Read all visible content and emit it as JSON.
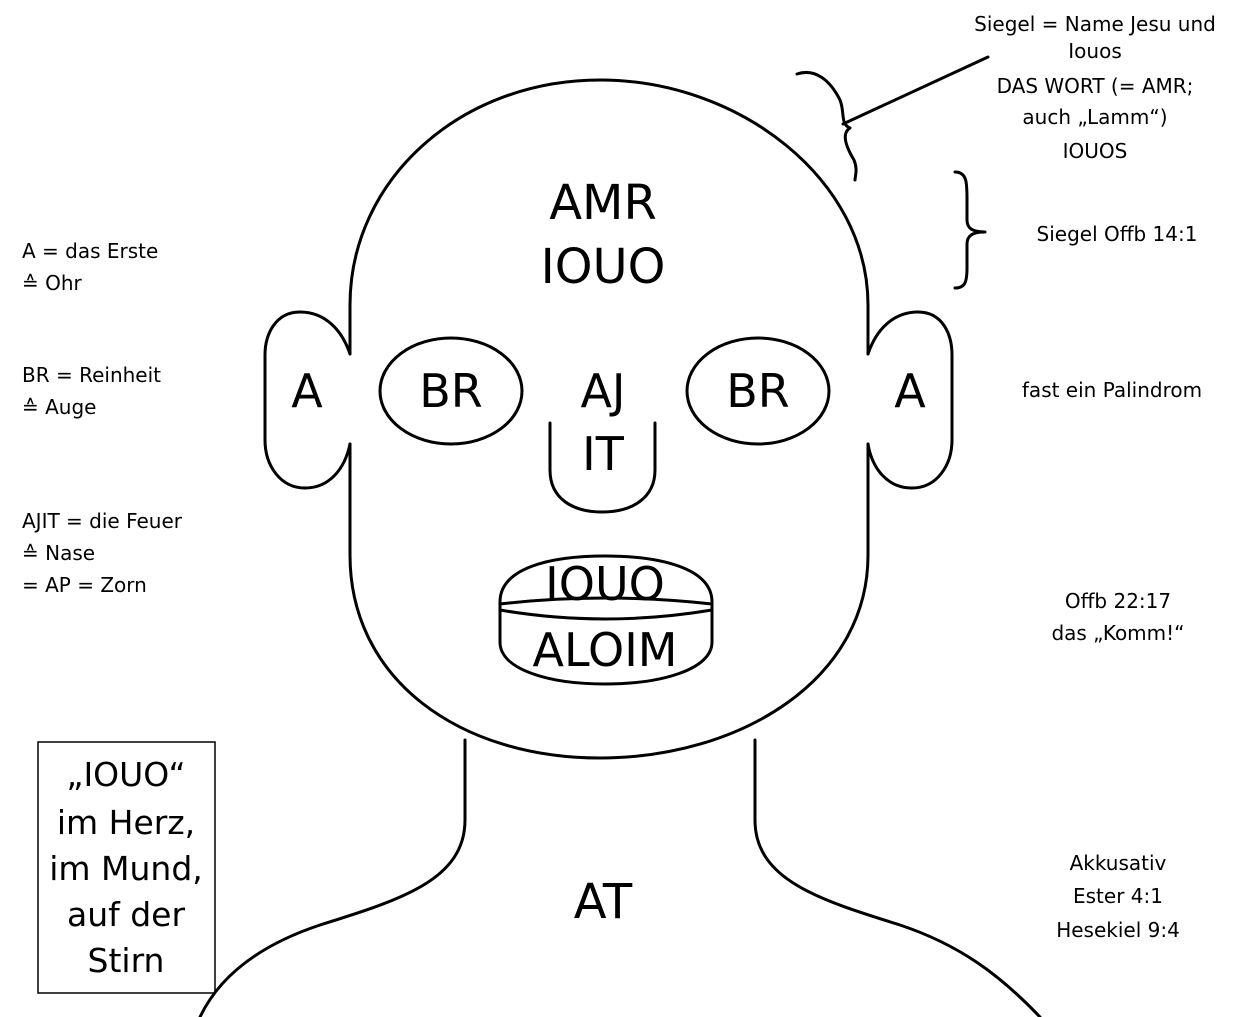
{
  "face": {
    "forehead": [
      "AMR",
      "IOUO"
    ],
    "ear_left": "A",
    "ear_right": "A",
    "eye_left": "BR",
    "eye_right": "BR",
    "nose_top": "AJ",
    "nose_bottom": "IT",
    "mouth_upper": "IOUO",
    "mouth_lower": "ALOIM",
    "neck": "AT"
  },
  "left_notes": {
    "ear": [
      "A = das Erste",
      "≙ Ohr"
    ],
    "eye": [
      "BR = Reinheit",
      "≙ Auge"
    ],
    "nose": [
      "AJIT = die Feuer",
      "≙ Nase",
      "= AP = Zorn"
    ]
  },
  "right_notes": {
    "seal_name": [
      "Siegel = Name Jesu und",
      "Iouos",
      "DAS WORT (= AMR;",
      "auch „Lamm“)",
      "IOUOS"
    ],
    "seal_ref": "Siegel Offb 14:1",
    "palindrome": "fast ein Palindrom",
    "mouth": [
      "Offb 22:17",
      "das „Komm!“"
    ],
    "neck": [
      "Akkusativ",
      "Ester 4:1",
      "Hesekiel 9:4"
    ]
  },
  "box": [
    "„IOUO“",
    "im Herz,",
    "im Mund,",
    "auf der",
    "Stirn"
  ]
}
